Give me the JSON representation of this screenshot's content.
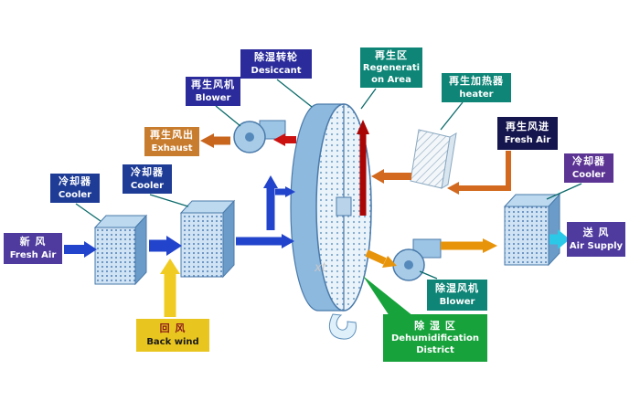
{
  "watermark": "xt",
  "colors": {
    "label_navy": "#2b2b9b",
    "label_dark_navy": "#16164f",
    "label_blue": "#1e3c96",
    "label_purple": "#4f3b9e",
    "label_violet": "#5c3494",
    "label_teal": "#0e8577",
    "label_green": "#17a23b",
    "label_orange": "#c87d2e",
    "label_yellow": "#e9c51f",
    "arrow_blue": "#2244cc",
    "arrow_yellow": "#f0cc22",
    "arrow_red": "#cc1111",
    "arrow_dark_red": "#aa0505",
    "arrow_orange": "#d2691e",
    "arrow_amber": "#e8940a",
    "arrow_cyan": "#2cc8e8",
    "component_blue": "#8db9de"
  },
  "labels": {
    "desiccant": {
      "zh": "除湿转轮",
      "en": "Desiccant"
    },
    "regen_area": {
      "zh": "再生区",
      "en": "Regeneration Area"
    },
    "regen_blower": {
      "zh": "再生风机",
      "en": "Blower"
    },
    "regen_heater": {
      "zh": "再生加热器",
      "en": "heater"
    },
    "exhaust": {
      "zh": "再生风出",
      "en": "Exhaust"
    },
    "regen_fresh_air": {
      "zh": "再生风进",
      "en": "Fresh Air"
    },
    "cooler_left": {
      "zh": "冷却器",
      "en": "Cooler"
    },
    "cooler_mid": {
      "zh": "冷却器",
      "en": "Cooler"
    },
    "cooler_right": {
      "zh": "冷却器",
      "en": "Cooler"
    },
    "fresh_air": {
      "zh": "新 风",
      "en": "Fresh Air"
    },
    "air_supply": {
      "zh": "送 风",
      "en": "Air Supply"
    },
    "back_wind": {
      "zh": "回 风",
      "en": "Back wind"
    },
    "dehum_blower": {
      "zh": "除湿风机",
      "en": "Blower"
    },
    "dehum_district": {
      "zh": "除 湿 区",
      "en": "Dehumidification District"
    }
  }
}
